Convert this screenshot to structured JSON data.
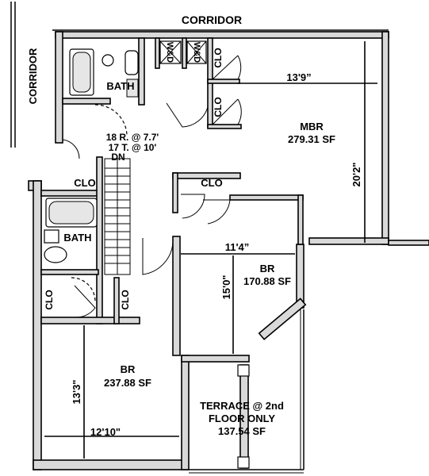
{
  "labels": {
    "corridor_top": "CORRIDOR",
    "corridor_left": "CORRIDOR",
    "mbr_title": "MBR",
    "mbr_area": "279.31 SF",
    "mbr_width": "13'9”",
    "mbr_depth": "20'2\"",
    "bath_upper": "BATH",
    "bath_lower": "BATH",
    "wd_1": "W&D",
    "wd_2": "W&D",
    "clo_mbr_1": "CLO",
    "clo_mbr_2": "CLO",
    "clo_hall": "CLO",
    "clo_center": "CLO",
    "clo_low_1": "CLO",
    "clo_low_2": "CLO",
    "stair_line1": "18 R. @ 7.7'",
    "stair_line2": "17 T. @ 10'",
    "stair_dir": "DN",
    "br_center_title": "BR",
    "br_center_area": "170.88 SF",
    "br_center_width": "11'4”",
    "br_center_depth": "15'0\"",
    "br_lower_title": "BR",
    "br_lower_area": "237.88 SF",
    "br_lower_width": "12'10\"",
    "br_lower_depth": "13'3\"",
    "terrace_line1": "TERRACE @ 2nd",
    "terrace_line2": "FLOOR ONLY",
    "terrace_area": "137.54 SF"
  }
}
